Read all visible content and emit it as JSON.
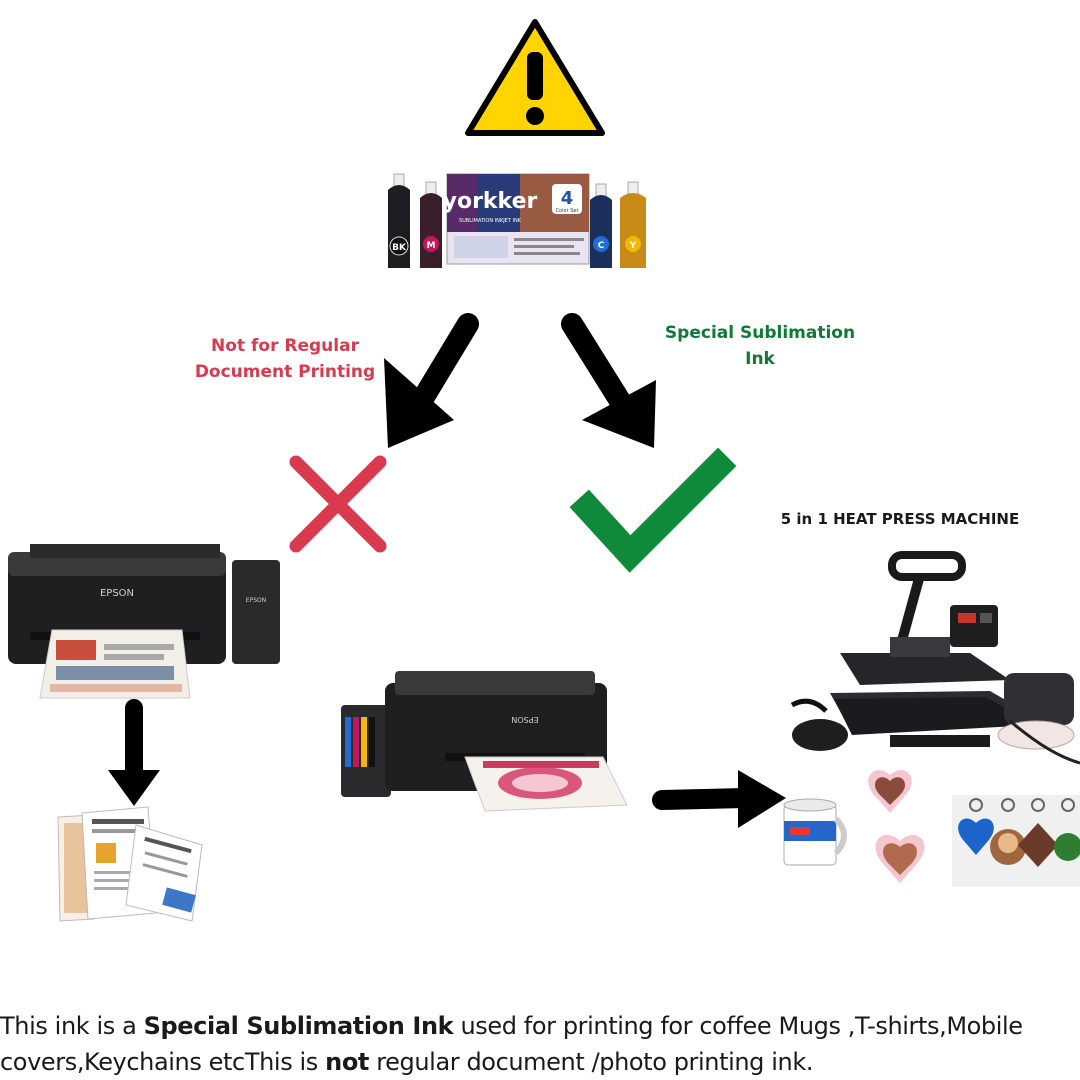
{
  "labels": {
    "not_for_regular_line1": "Not for Regular",
    "not_for_regular_line2": "Document Printing",
    "special_sublimation_line1": "Special Sublimation",
    "special_sublimation_line2": "Ink",
    "heat_press": "5 in 1 HEAT PRESS MACHINE"
  },
  "product": {
    "brand": "yorkker",
    "subtitle": "SUBLIMATION INKJET INK",
    "color_set_number": "4",
    "color_set_text": "Color Set",
    "bottle_labels": [
      "BK",
      "M",
      "C",
      "Y"
    ]
  },
  "printer_brand": "EPSON",
  "caption": {
    "part1": "This ink is a ",
    "bold1": "Special Sublimation Ink",
    "part2": " used for printing for coffee Mugs ,T-shirts,Mobile covers,Keychains etcThis is ",
    "bold2": "not",
    "part3": " regular document /photo printing ink."
  },
  "colors": {
    "warning_yellow": "#ffd400",
    "cross_red": "#d93a4f",
    "check_green": "#0e8a3a",
    "arrow_black": "#000000",
    "label_red": "#d93a4f",
    "label_green": "#0e7a36"
  }
}
